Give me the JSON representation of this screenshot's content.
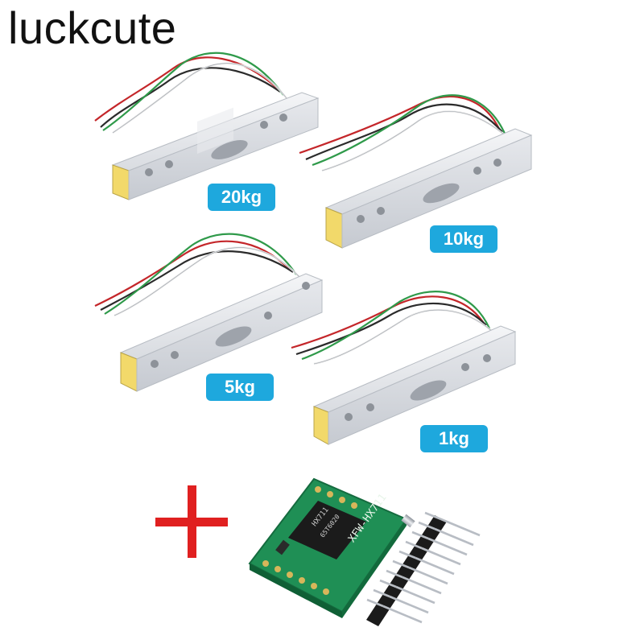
{
  "brand": "luckcute",
  "load_cells": [
    {
      "capacity": "20kg"
    },
    {
      "capacity": "10kg"
    },
    {
      "capacity": "5kg"
    },
    {
      "capacity": "1kg"
    }
  ],
  "board": {
    "name": "XFW-HX711",
    "chip": "HX711",
    "chip_code": "65T6020"
  },
  "colors": {
    "badge": "#1ea8dd",
    "plus": "#e02020",
    "pcb": "#1f8f55"
  }
}
